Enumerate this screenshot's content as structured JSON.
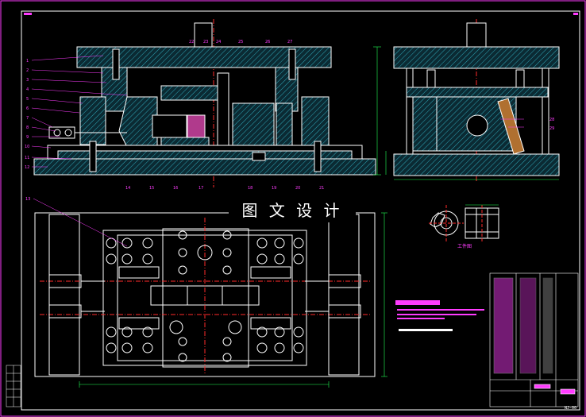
{
  "watermark": {
    "text": "图 文 设 计"
  },
  "view_label": "工件图",
  "drawing_code": "NJ-00",
  "front_callouts_left": [
    "1",
    "2",
    "3",
    "4",
    "5",
    "6",
    "7",
    "8",
    "9",
    "10",
    "11",
    "12"
  ],
  "front_callouts_top": [
    "22",
    "23",
    "24",
    "25",
    "26",
    "27"
  ],
  "front_callouts_bottom": [
    "14",
    "15",
    "16",
    "17",
    "18",
    "19",
    "20",
    "21"
  ],
  "side_callouts": [
    "28",
    "29"
  ],
  "plan_callouts": [
    "13"
  ],
  "colors": {
    "outline": "#ffffff",
    "callout": "#ff3cff",
    "axis": "#ff2a2a",
    "dimension": "#22ff55",
    "hatch": "#33aabb",
    "frame": "#ff3cff"
  }
}
